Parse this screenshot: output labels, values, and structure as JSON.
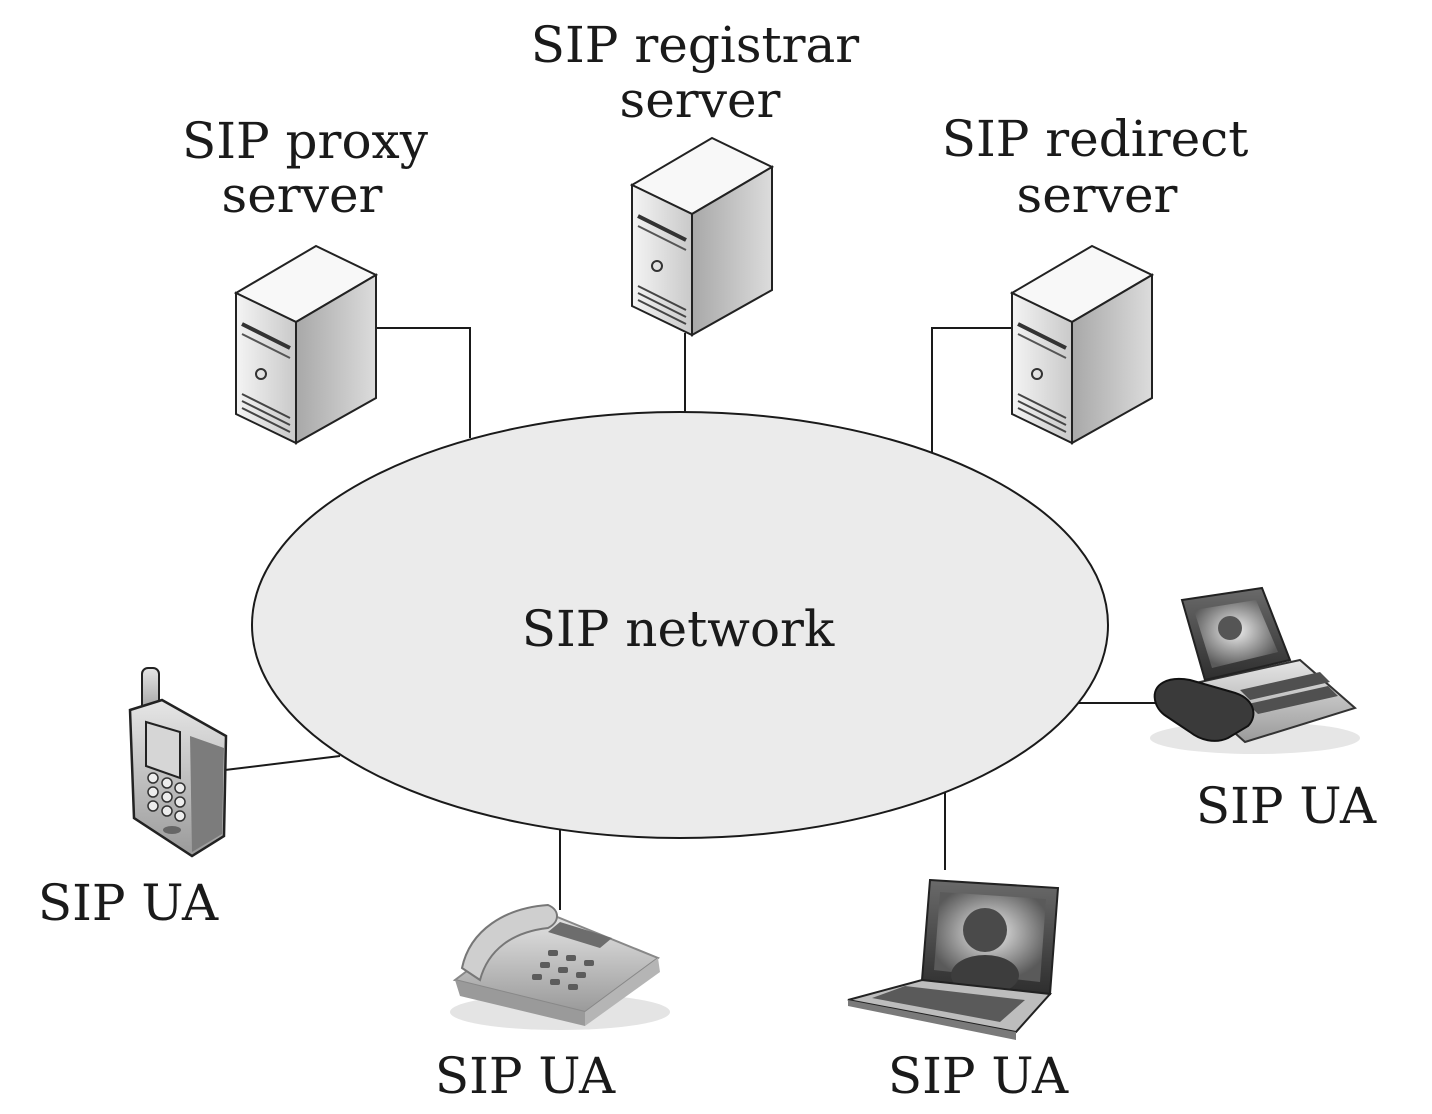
{
  "diagram": {
    "network": {
      "label": "SIP network"
    },
    "servers": {
      "proxy": {
        "line1": "SIP proxy",
        "line2": "server"
      },
      "registrar": {
        "line1": "SIP registrar",
        "line2": "server"
      },
      "redirect": {
        "line1": "SIP redirect",
        "line2": "server"
      }
    },
    "user_agents": {
      "mobile": {
        "label": "SIP UA",
        "icon": "mobile-phone-icon"
      },
      "desk_phone": {
        "label": "SIP UA",
        "icon": "desk-phone-icon"
      },
      "laptop": {
        "label": "SIP UA",
        "icon": "laptop-icon"
      },
      "video_phone": {
        "label": "SIP UA",
        "icon": "video-phone-icon"
      }
    }
  }
}
